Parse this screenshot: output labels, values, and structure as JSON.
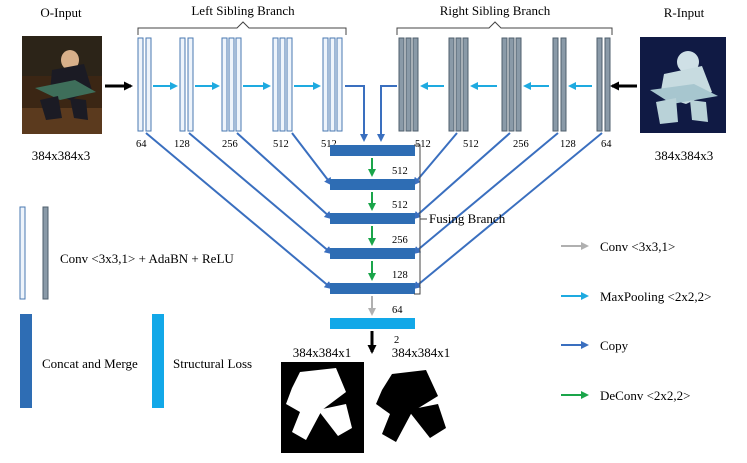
{
  "labels": {
    "o_input": "O-Input",
    "r_input": "R-Input",
    "left_branch": "Left Sibling Branch",
    "right_branch": "Right Sibling Branch",
    "fusing_branch": "Fusing Branch",
    "o_size": "384x384x3",
    "r_size": "384x384x3",
    "out_size_1": "384x384x1",
    "out_size_2": "384x384x1",
    "out_superscript": "2"
  },
  "left_channels": [
    "64",
    "128",
    "256",
    "512",
    "512"
  ],
  "right_channels": [
    "512",
    "512",
    "256",
    "128",
    "64"
  ],
  "fusing_channels": [
    "512",
    "512",
    "256",
    "128",
    "64"
  ],
  "legend": {
    "conv_adabn": "Conv <3x3,1> + AdaBN + ReLU",
    "concat": "Concat and Merge",
    "structural_loss": "Structural Loss",
    "conv": "Conv <3x3,1>",
    "maxpool": "MaxPooling <2x2,2>",
    "copy": "Copy",
    "deconv": "DeConv <2x2,2>"
  },
  "colors": {
    "left_layer": "#eef4fb",
    "left_layer_stroke": "#4a78b0",
    "right_layer": "#8a9aa8",
    "fuse_block": "#2e6db4",
    "loss_block": "#12a8e8",
    "conv_arrow": "#b0b0b0",
    "maxpool_arrow": "#1eaae0",
    "copy_arrow": "#3a6fbf",
    "deconv_arrow": "#1aa54a"
  }
}
